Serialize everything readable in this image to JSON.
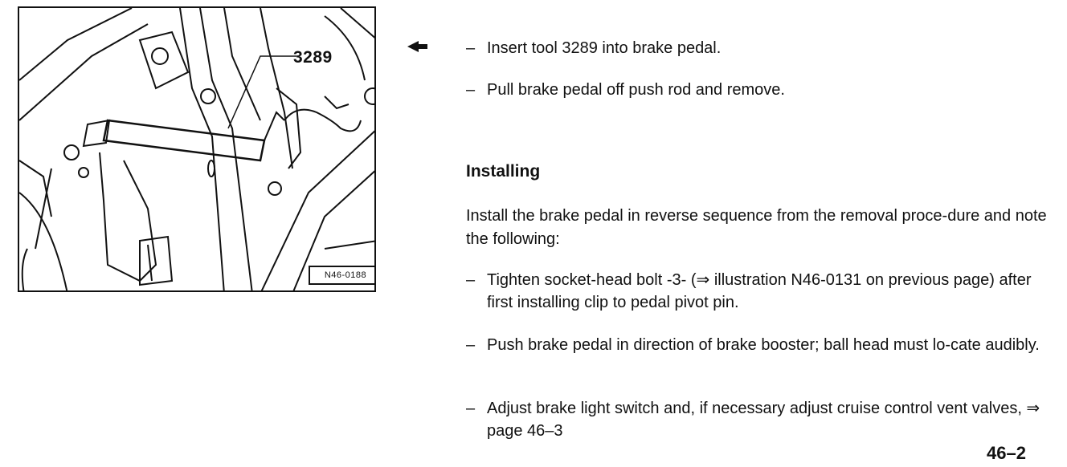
{
  "figure": {
    "tool_number": "3289",
    "figure_id": "N46-0188",
    "icon": "brake-pedal-illustration"
  },
  "pointer_icon": "pointer-arrow-left-icon",
  "removal_steps": [
    {
      "dash": "–",
      "text": "Insert tool 3289 into brake pedal."
    },
    {
      "dash": "–",
      "text": "Pull brake pedal off push rod and remove."
    }
  ],
  "installing": {
    "heading": "Installing",
    "intro": "Install the brake pedal in reverse sequence from the removal proce-dure and note the following:",
    "steps": [
      {
        "dash": "–",
        "text": "Tighten socket-head bolt -3- (⇒ illustration N46-0131 on previous page) after first installing clip to pedal pivot pin."
      },
      {
        "dash": "–",
        "text": "Push brake pedal in direction of brake booster; ball head must lo-cate audibly."
      },
      {
        "dash": "–",
        "text": "Adjust brake light switch and, if necessary adjust cruise control vent valves, ⇒ page 46–3"
      }
    ]
  },
  "page_number": "46–2"
}
